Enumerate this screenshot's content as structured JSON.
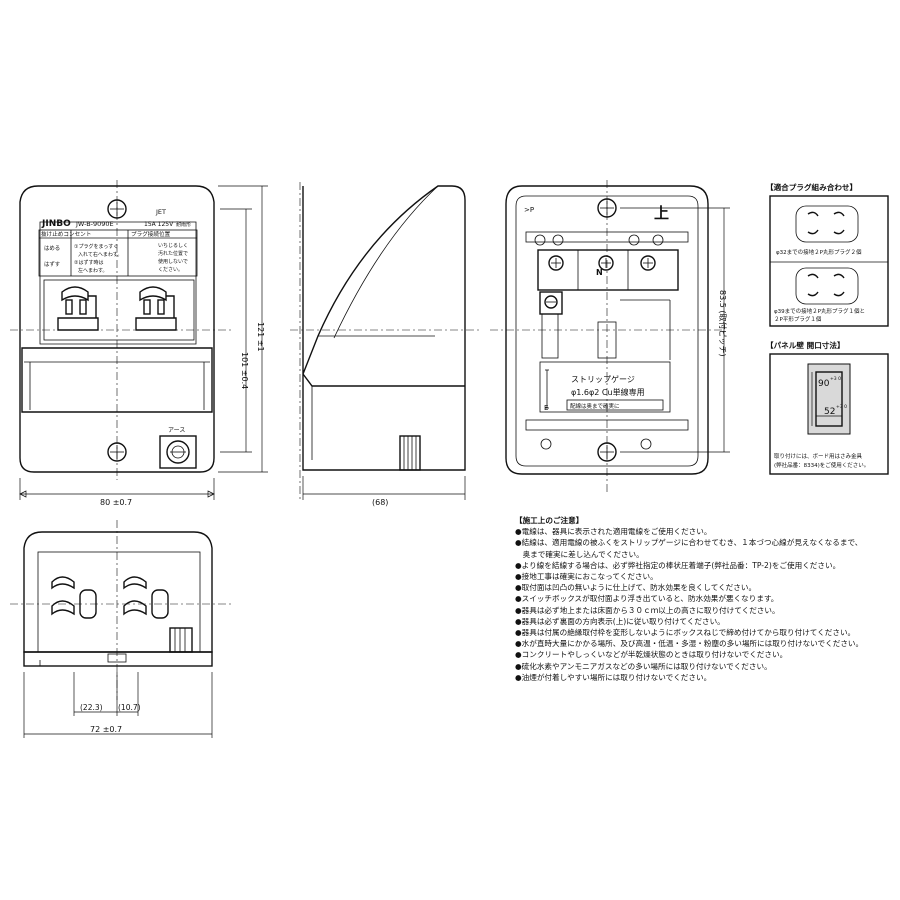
{
  "front_view": {
    "brand": "JINBO",
    "model": "JW-B-9090E",
    "jet_mark": "JET",
    "rating": "15A 125V",
    "sub_mark": "耐雨形",
    "label_left_title": "抜け止めコンセント",
    "label_left_line1": "はめる",
    "label_left_line2": "はずす",
    "label_mid_lines": [
      "①プラグをまっすぐ",
      "入れて右へまわす。",
      "②はずす時は",
      "左へまわす。"
    ],
    "label_right_title": "プラグ接続位置",
    "label_right_lines": [
      "いちじるしく",
      "汚れた位置で",
      "使用しないで",
      "ください。"
    ],
    "earth_label": "アース",
    "dim_width": "80 ±0.7",
    "dim_h1": "101 ±0.4",
    "dim_h2": "121 ±1"
  },
  "side_view": {
    "dim_depth": "(68)"
  },
  "bottom_view": {
    "dim_a": "(22.3)",
    "dim_b": "(10.7)",
    "dim_width": "72 ±0.7"
  },
  "back_view": {
    "p_label": ">P",
    "up_label": "上",
    "n_label": "N",
    "strip_gauge_title": "ストリップゲージ",
    "strip_gauge_spec": "φ1.6φ2 Cu単線専用",
    "strip_caption": "配線は奥まで確実に",
    "e_label": "E",
    "dim_pitch": "83.5 (取付ピッチ)"
  },
  "plug_box": {
    "title": "【適合プラグ組み合わせ】",
    "caption1": "φ32までの接地２P丸形プラグ２個",
    "caption2": "φ39までの接地２P丸形プラグ１個と",
    "caption2b": "２P平形プラグ１個"
  },
  "panel_box": {
    "title": "【パネル壁 開口寸法】",
    "dim_h": "90",
    "dim_w": "52",
    "tol_h": "+3 0",
    "tol_w": "+3 0",
    "caption1": "取り付けには、ボード用はさみ金具",
    "caption2": "(弊社品番：8334)をご使用ください。"
  },
  "notes": {
    "title": "【施工上のご注意】",
    "items": [
      "●電線は、器具に表示された適用電線をご使用ください。",
      "●結線は、適用電線の被ふくをストリップゲージに合わせてむき、１本づつ心線が見えなくなるまで、",
      "　奥まで確実に差し込んでください。",
      "●より線を結線する場合は、必ず弊社指定の棒状圧着端子(弊社品番：TP-2)をご使用ください。",
      "●接地工事は確実におこなってください。",
      "●取付面は凹凸の無いように仕上げて、防水効果を良くしてください。",
      "●スイッチボックスが取付面より浮き出ていると、防水効果が悪くなります。",
      "●器具は必ず地上または床面から３０ｃｍ以上の高さに取り付けてください。",
      "●器具は必ず裏面の方向表示(上)に従い取り付けてください。",
      "●器具は付属の絶縁取付枠を変形しないようにボックスねじで締め付けてから取り付けてください。",
      "●水が直時大量にかかる場所、及び高温・低温・多湿・粉塵の多い場所には取り付けないでください。",
      "●コンクリートやしっくいなどが半乾燥状態のときは取り付けないでください。",
      "●硫化水素やアンモニアガスなどの多い場所には取り付けないでください。",
      "●油煙が付着しやすい場所には取り付けないでください。"
    ]
  }
}
